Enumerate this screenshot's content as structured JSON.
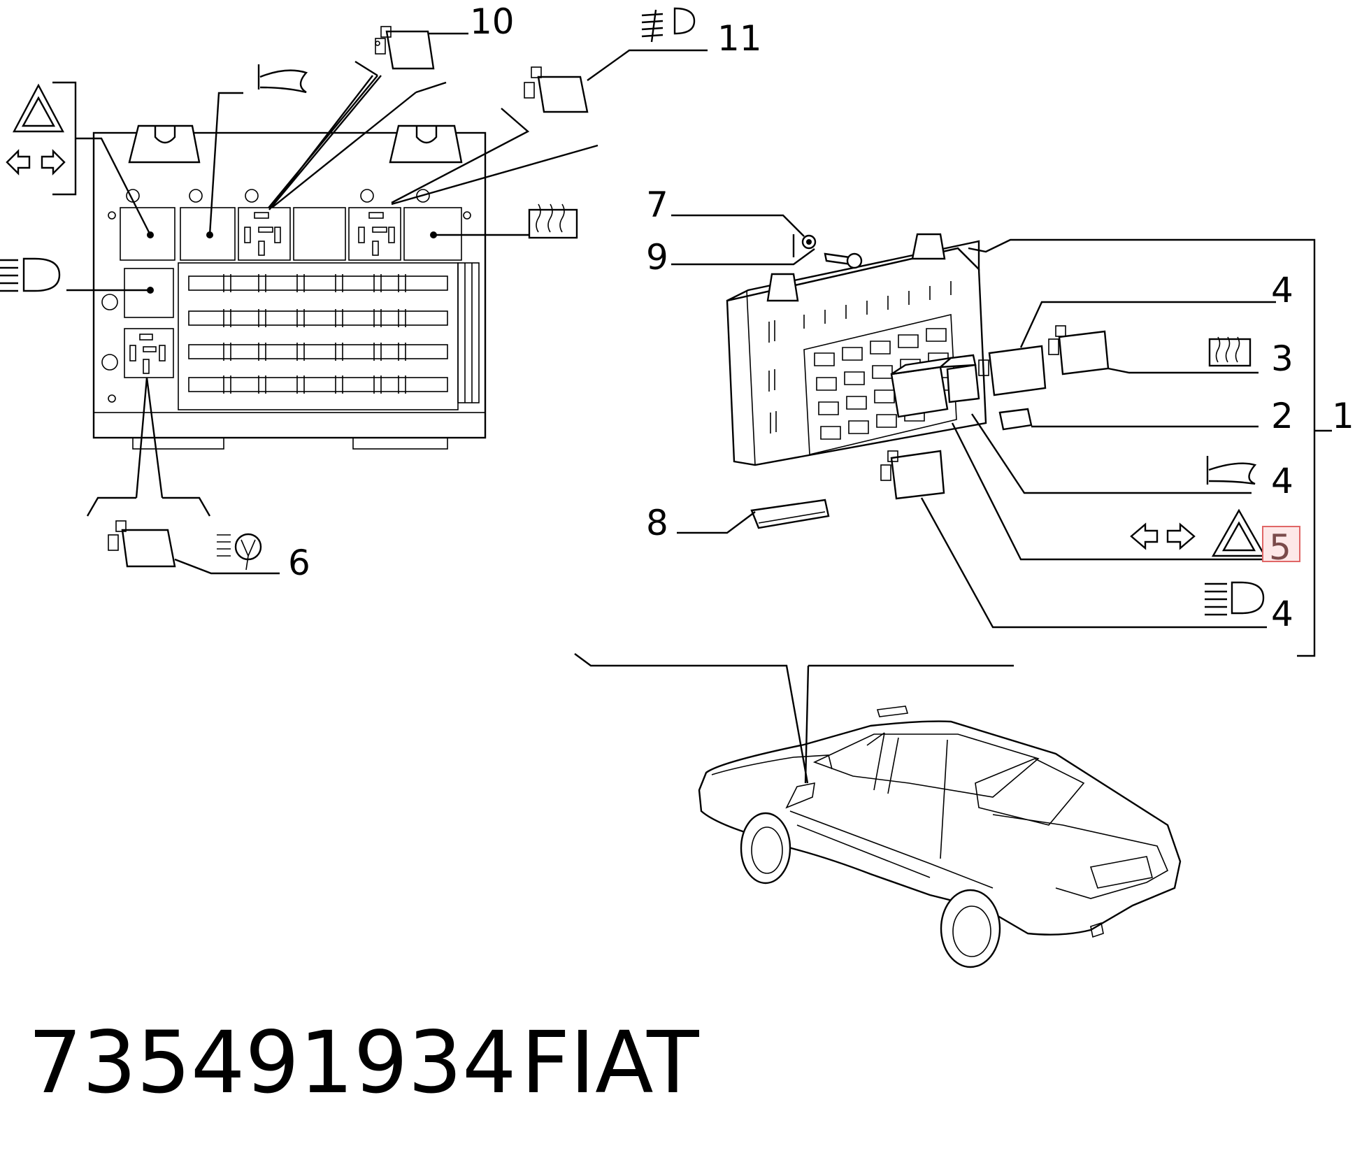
{
  "callouts": {
    "c1": "1",
    "c2": "2",
    "c3": "3",
    "c4a": "4",
    "c4b": "4",
    "c4c": "4",
    "c5": "5",
    "c6": "6",
    "c7": "7",
    "c8": "8",
    "c9": "9",
    "c10": "10",
    "c11": "11"
  },
  "highlight_label": "5",
  "part_number": "735491934",
  "brand": "FIAT",
  "colors": {
    "ink": "#000000",
    "highlight_fill": "#fde8e8",
    "highlight_border": "#e06666"
  },
  "icons": [
    "hazard-warning-icon",
    "turn-indicator-arrows-icon",
    "horn-icon",
    "fog-light-icon",
    "rear-defrost-icon",
    "headlight-icon",
    "fog-lamp-round-icon"
  ]
}
